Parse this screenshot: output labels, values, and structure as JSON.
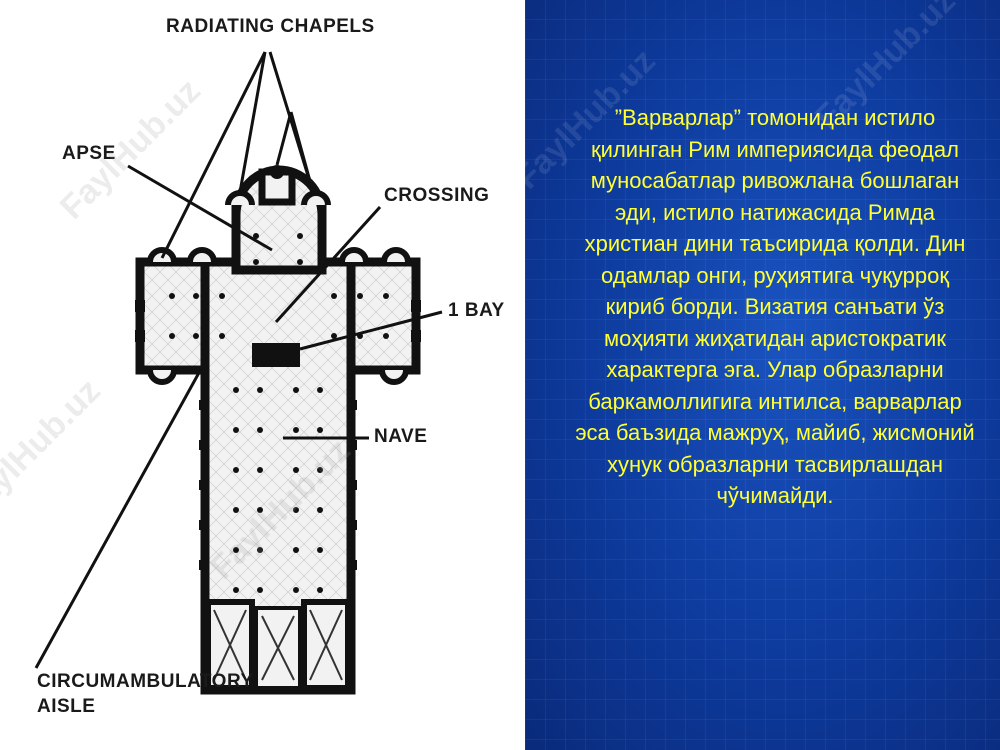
{
  "diagram": {
    "labels": {
      "radiating_chapels": "RADIATING CHAPELS",
      "apse": "APSE",
      "crossing": "CROSSING",
      "bay": "1 BAY",
      "nave": "NAVE",
      "circumambulatory_line1": "CIRCUMAMBULATORY",
      "circumambulatory_line2": "AISLE"
    }
  },
  "watermark": "FaylHub.uz",
  "text": {
    "paragraph": "”Варварлар” томонидан истило қилинган Рим империясида феодал муносабатлар ривожлана бошлаган эди, истило натижасида Римда христиан дини таъсирида қолди. Дин одамлар онги, руҳиятига чуқурроқ кириб борди. Визатия санъати ўз моҳияти жиҳатидан аристократик характерга эга. Улар образларни баркамоллигига интилса, варварлар эса баъзида мажруҳ, майиб, жисмоний хунук образларни тасвирлашдан чўчимайди."
  },
  "colors": {
    "body_text": "#ffff33",
    "panel_blue": "#0d3a9c"
  }
}
